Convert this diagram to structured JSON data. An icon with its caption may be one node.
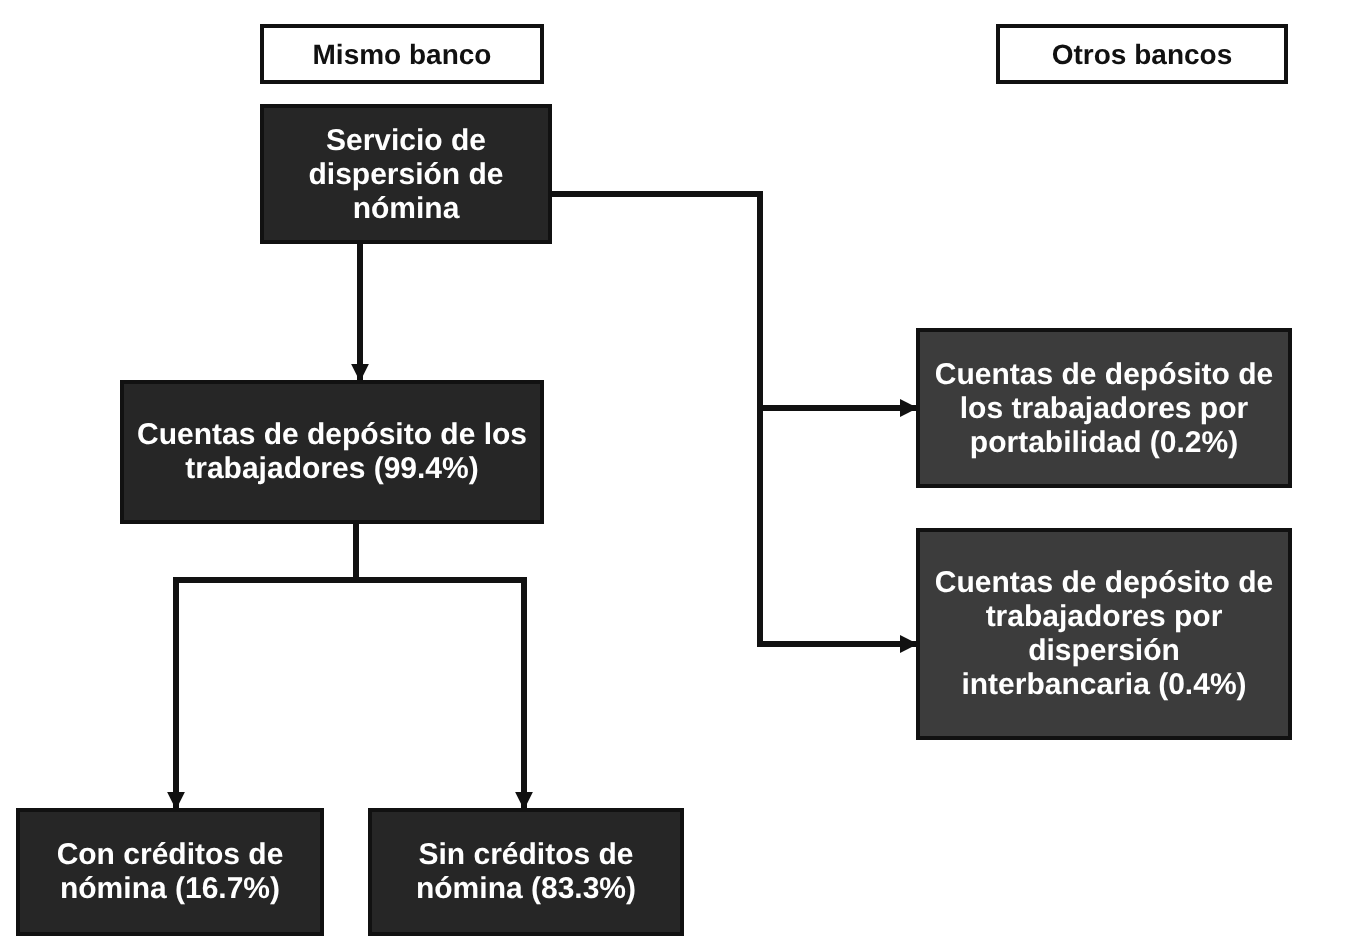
{
  "diagram": {
    "nodes": [
      {
        "text": [
          "Mismo banco"
        ]
      },
      {
        "text": [
          "Otros bancos"
        ]
      },
      {
        "text": [
          "Servicio de dispersión de nómina"
        ]
      },
      {
        "text": [
          "Cuentas de depósito de los trabajadores (99.4%)"
        ]
      },
      {
        "text": [
          "Con créditos de nómina (16.7%)"
        ]
      },
      {
        "text": [
          "Sin créditos de nómina (83.3%)"
        ]
      },
      {
        "text": [
          "Cuentas de depósito de los trabajadores por portabilidad (0.2%)"
        ]
      },
      {
        "text": [
          "Cuentas de depósito de trabajadores por dispersión interbancaria (0.4%)"
        ]
      }
    ],
    "edges": [
      {
        "from": 2,
        "to": 3,
        "arrow": "to"
      },
      {
        "from": 2,
        "to": 6,
        "arrow": "to"
      },
      {
        "from": 2,
        "to": 7,
        "arrow": "to"
      },
      {
        "from": 3,
        "to": 4,
        "arrow": "to"
      },
      {
        "from": 3,
        "to": 5,
        "arrow": "to"
      }
    ]
  }
}
